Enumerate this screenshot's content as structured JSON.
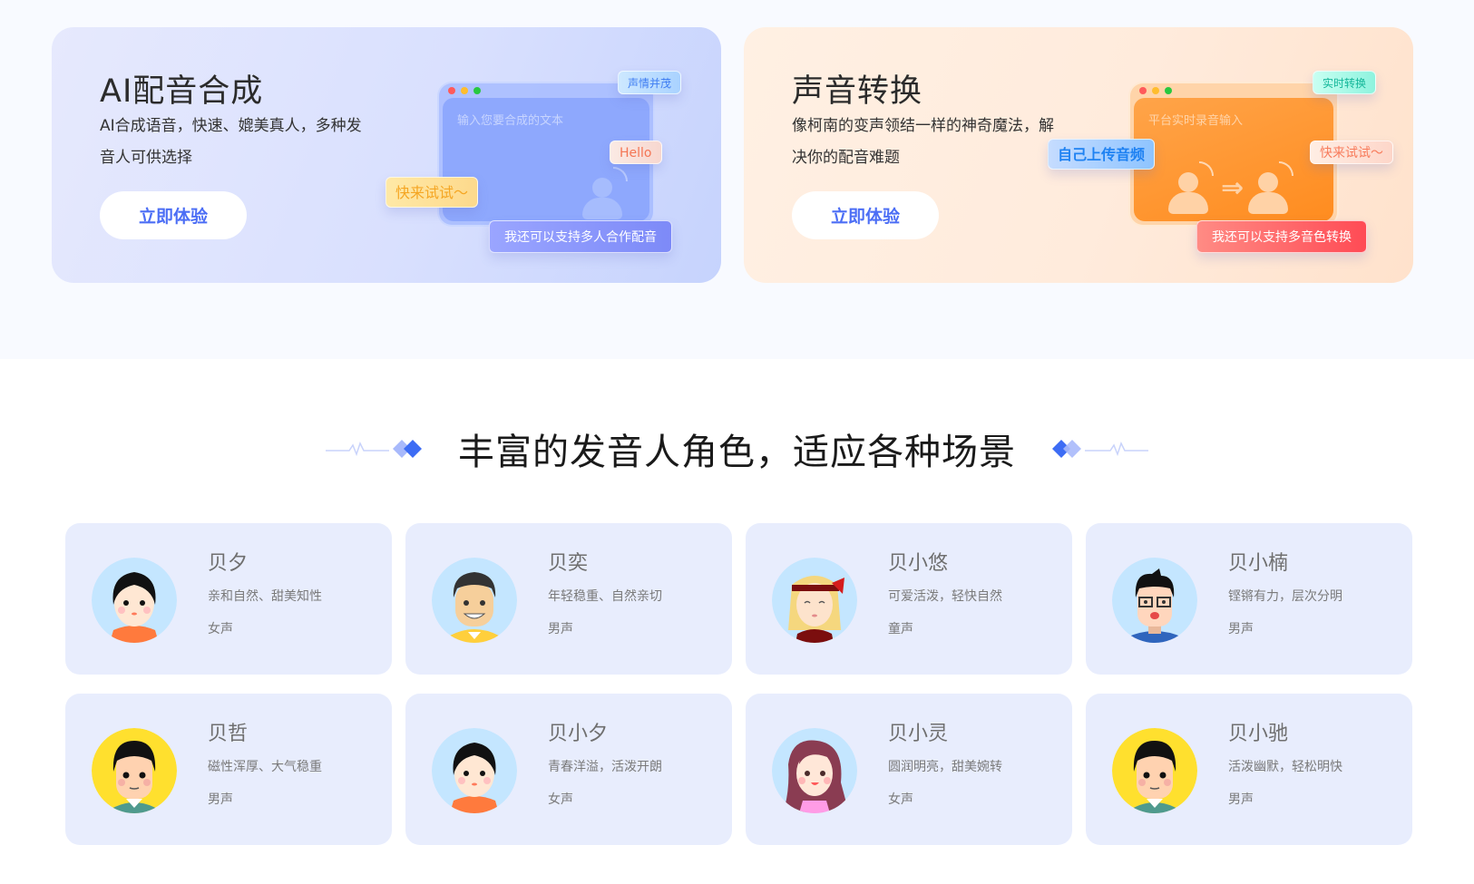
{
  "features": [
    {
      "title": "AI配音合成",
      "description": "AI合成语音，快速、媲美真人，多种发音人可供选择",
      "button_label": "立即体验",
      "window_placeholder": "输入您要合成的文本",
      "tags": {
        "emotion": "声情并茂",
        "hello": "Hello",
        "try": "快来试试～",
        "multi": "我还可以支持多人合作配音"
      }
    },
    {
      "title": "声音转换",
      "description": "像柯南的变声领结一样的神奇魔法，解决你的配音难题",
      "button_label": "立即体验",
      "window_placeholder": "平台实时录音输入",
      "tags": {
        "realtime": "实时转换",
        "upload": "自己上传音频",
        "try": "快来试试～",
        "multi": "我还可以支持多音色转换"
      }
    }
  ],
  "section": {
    "title": "丰富的发音人角色，适应各种场景"
  },
  "voices": [
    {
      "name": "贝夕",
      "description": "亲和自然、甜美知性",
      "gender": "女声",
      "avatar": "girl-black-hair",
      "avatar_bg": "#c4e6ff"
    },
    {
      "name": "贝奕",
      "description": "年轻稳重、自然亲切",
      "gender": "男声",
      "avatar": "boy-smiling-yellow-shirt",
      "avatar_bg": "#c4e6ff"
    },
    {
      "name": "贝小悠",
      "description": "可爱活泼，轻快自然",
      "gender": "童声",
      "avatar": "girl-blonde-headband",
      "avatar_bg": "#c4e6ff"
    },
    {
      "name": "贝小楠",
      "description": "铿锵有力，层次分明",
      "gender": "男声",
      "avatar": "boy-glasses",
      "avatar_bg": "#c4e6ff"
    },
    {
      "name": "贝哲",
      "description": "磁性浑厚、大气稳重",
      "gender": "男声",
      "avatar": "man-green-sweater",
      "avatar_bg": "#ffe02e"
    },
    {
      "name": "贝小夕",
      "description": "青春洋溢，活泼开朗",
      "gender": "女声",
      "avatar": "girl-black-hair",
      "avatar_bg": "#c4e6ff"
    },
    {
      "name": "贝小灵",
      "description": "圆润明亮，甜美婉转",
      "gender": "女声",
      "avatar": "girl-long-hair-pink",
      "avatar_bg": "#c4e6ff"
    },
    {
      "name": "贝小驰",
      "description": "活泼幽默，轻松明快",
      "gender": "男声",
      "avatar": "man-green-sweater",
      "avatar_bg": "#ffe02e"
    }
  ],
  "colors": {
    "accent": "#4c6ef5",
    "card_bg": "#e8edfd",
    "tts_card_bg": "#dbe2fe",
    "vc_card_bg": "#ffebdc"
  }
}
